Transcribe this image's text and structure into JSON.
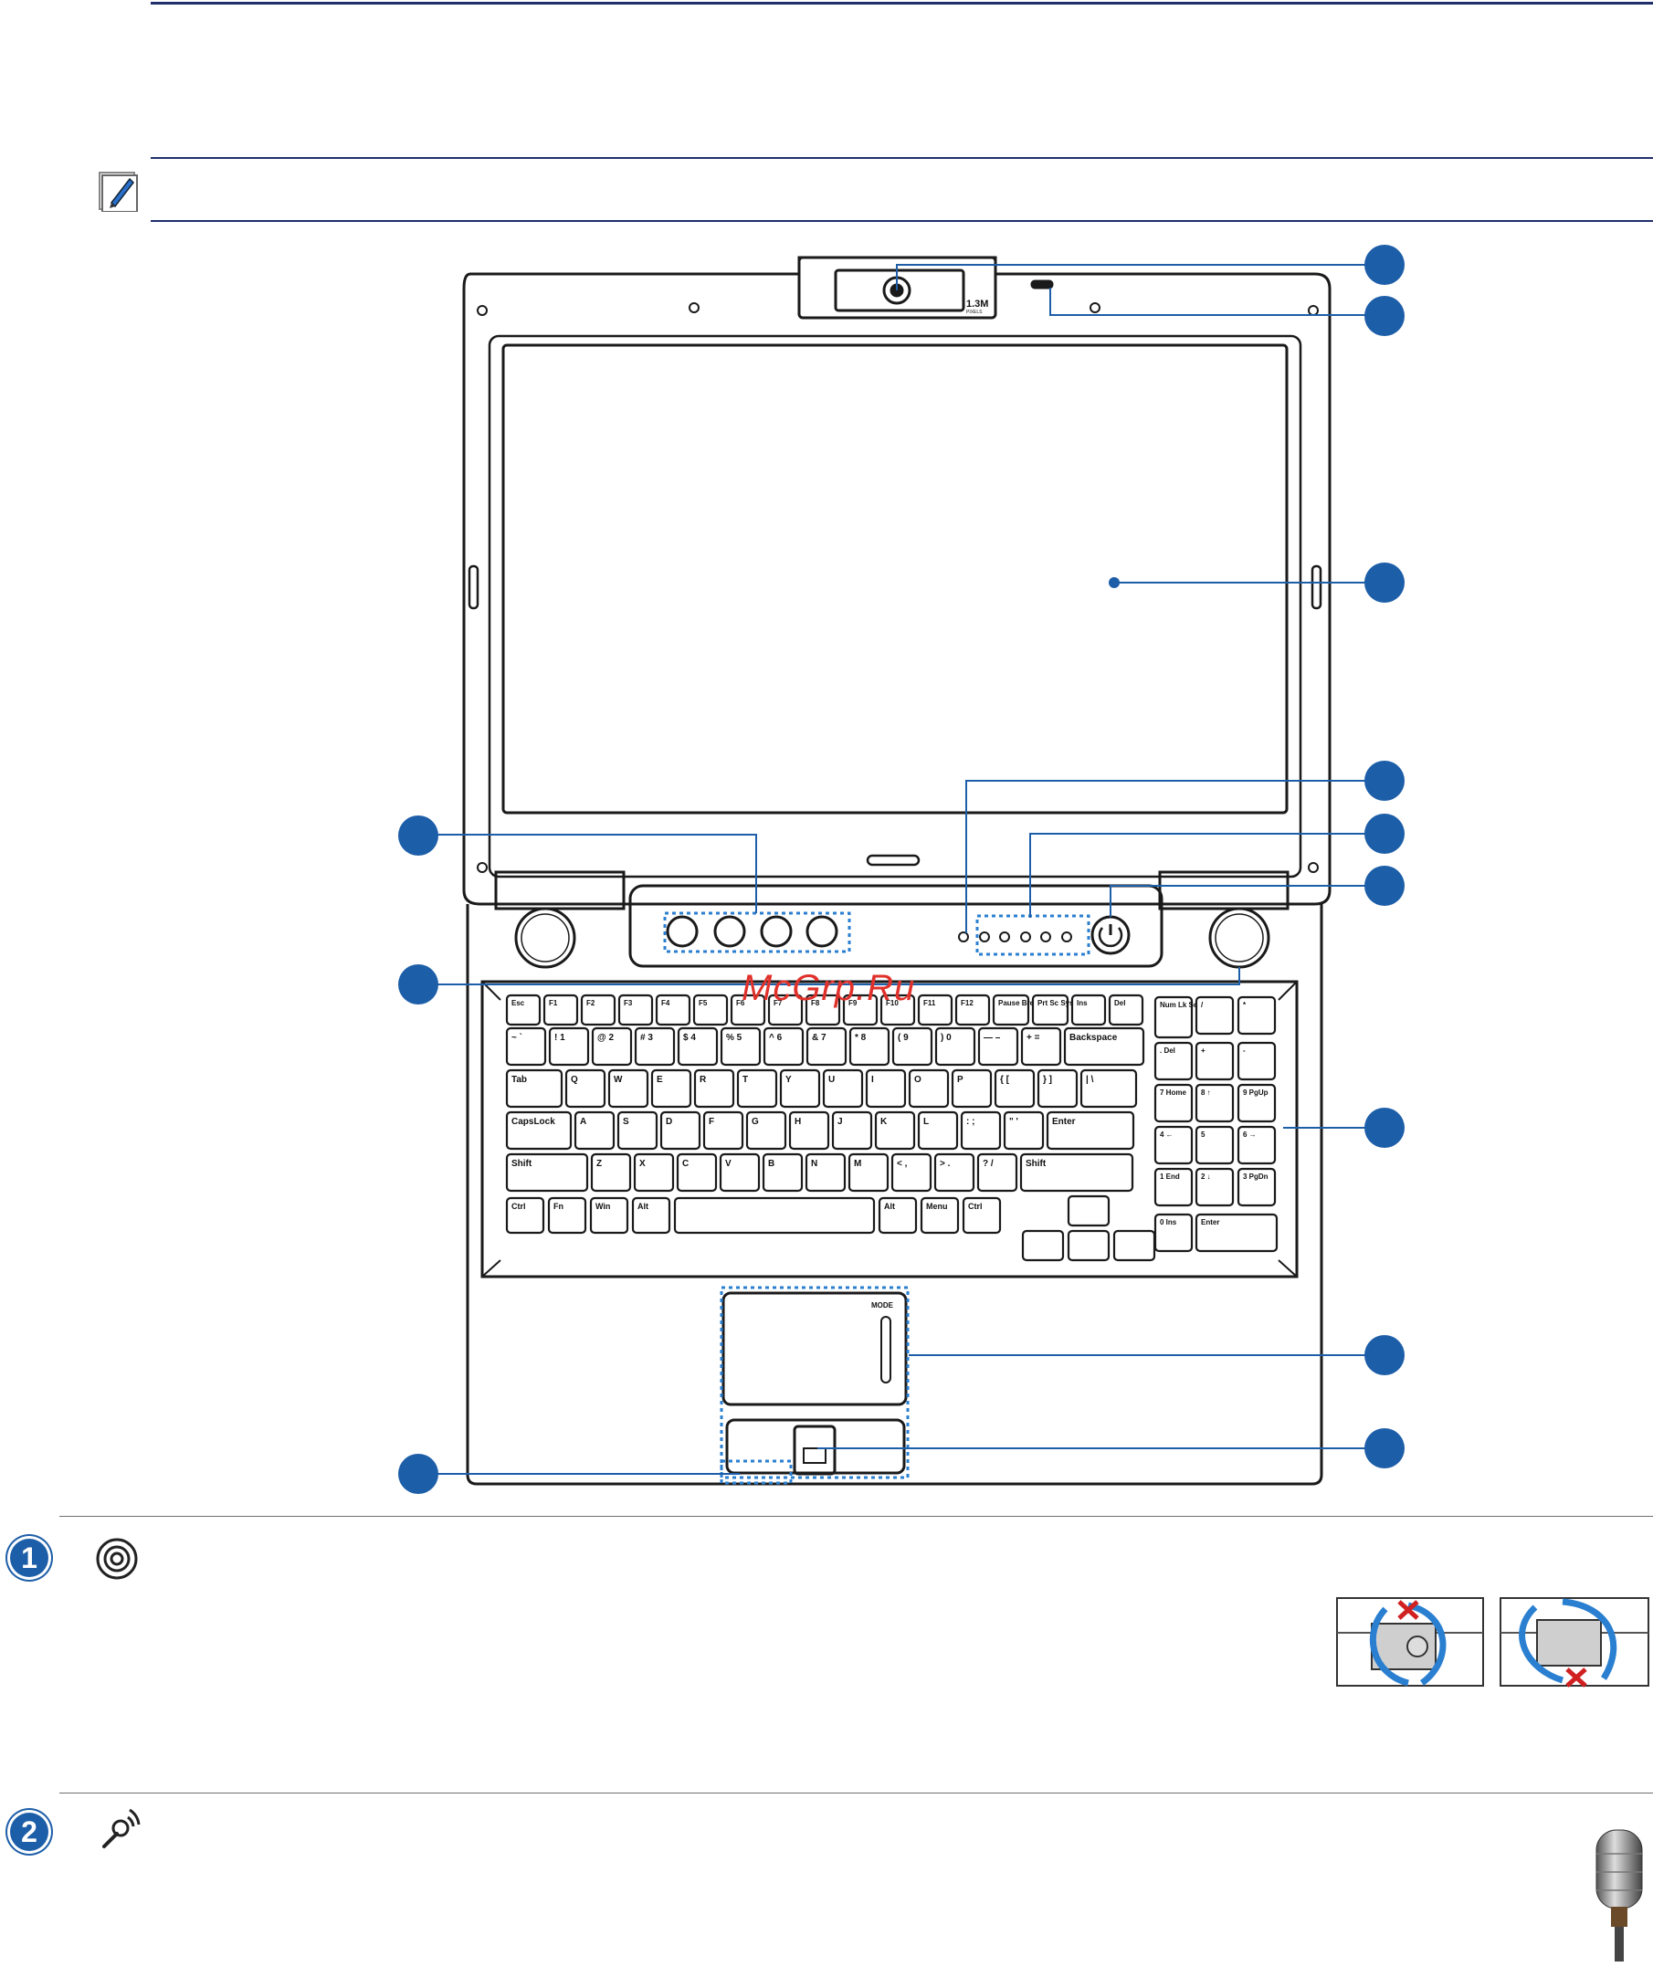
{
  "page": {
    "watermark": "McGrp.Ru"
  },
  "colors": {
    "rule": "#1f2f6b",
    "callout": "#1d5ea8",
    "accent_blue": "#2a7fd0",
    "watermark": "#e0312b"
  },
  "note": {
    "icon": "note-pencil-icon"
  },
  "laptop": {
    "camera_label": "1.3M",
    "camera_sub": "PIXELS",
    "touchpad_mode": "MODE",
    "keys": {
      "row_fn": [
        "Esc",
        "F1",
        "F2",
        "F3",
        "F4",
        "F5",
        "F6",
        "F7",
        "F8",
        "F9",
        "F10",
        "F11",
        "F12",
        "Pause Break",
        "Prt Sc Sys Rq",
        "Ins",
        "Del"
      ],
      "row_num": [
        "~ `",
        "! 1",
        "@ 2",
        "# 3",
        "$ 4",
        "% 5",
        "^ 6",
        "& 7",
        "* 8",
        "( 9",
        ") 0",
        "— –",
        "+ =",
        "Backspace"
      ],
      "row_q": [
        "Tab",
        "Q",
        "W",
        "E",
        "R",
        "T",
        "Y",
        "U",
        "I",
        "O",
        "P",
        "{ [",
        "} ]",
        "| \\"
      ],
      "row_a": [
        "CapsLock",
        "A",
        "S",
        "D",
        "F",
        "G",
        "H",
        "J",
        "K",
        "L",
        ": ;",
        "\" '",
        "Enter"
      ],
      "row_z": [
        "Shift",
        "Z",
        "X",
        "C",
        "V",
        "B",
        "N",
        "M",
        "< ,",
        "> .",
        "? /",
        "Shift"
      ],
      "row_bottom": [
        "Ctrl",
        "Fn",
        "Win",
        "Alt",
        "",
        "Alt",
        "Menu",
        "Ctrl"
      ],
      "numpad": [
        "Num Lk Scr Lk",
        "/",
        "*",
        ". Del",
        "+",
        "-",
        "7 Home",
        "8 ↑",
        "9 PgUp",
        "4 ←",
        "5",
        "6 →",
        "1 End",
        "2 ↓",
        "3 PgDn",
        "0 Ins",
        "Enter"
      ]
    }
  },
  "sections": [
    {
      "number": "1",
      "icon": "camera-icon"
    },
    {
      "number": "2",
      "icon": "microphone-icon"
    }
  ]
}
